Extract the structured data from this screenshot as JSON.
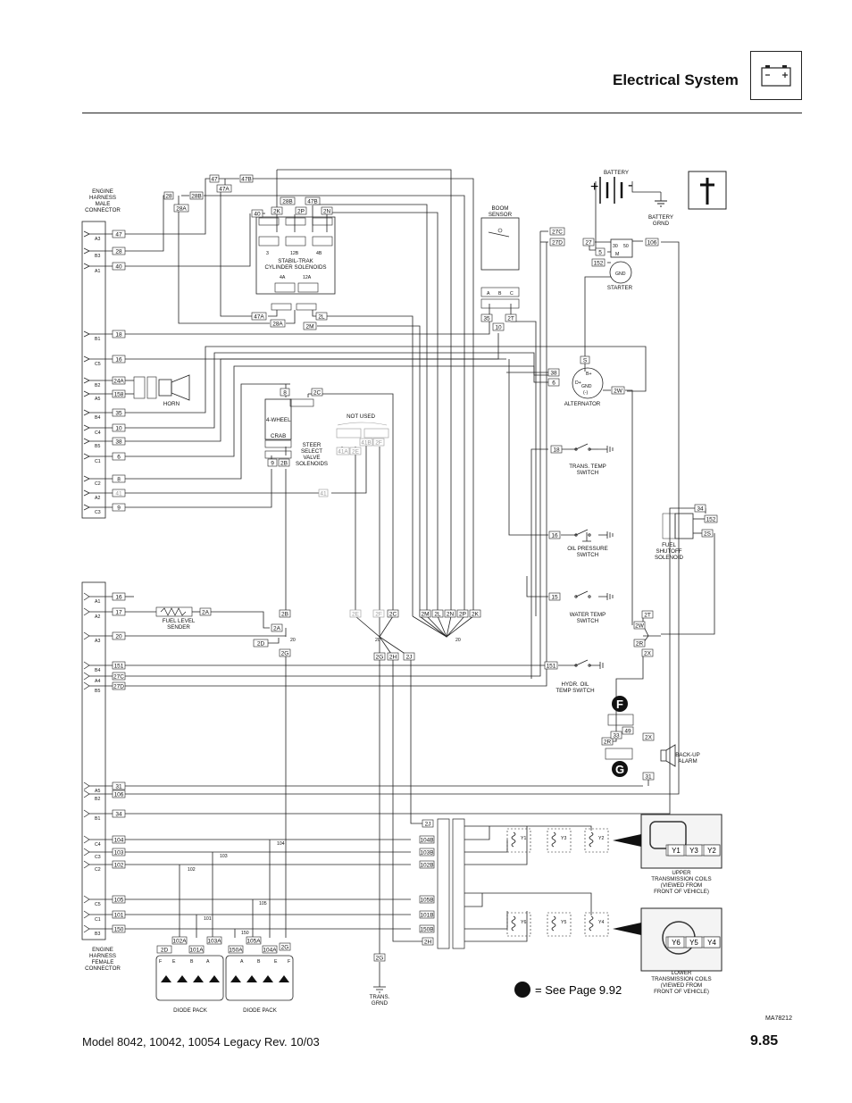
{
  "header": {
    "title": "Electrical System"
  },
  "footer": {
    "model": "Model  8042, 10042, 10054 Legacy    Rev.  10/03",
    "page": "9.85"
  },
  "figure_id": "MA78212",
  "see_page": "= See Page 9.92",
  "labels": {
    "male_connector": [
      "ENGINE",
      "HARNESS",
      "MALE",
      "CONNECTOR"
    ],
    "female_connector": [
      "ENGINE",
      "HARNESS",
      "FEMALE",
      "CONNECTOR"
    ],
    "stabil": [
      "STABIL-TRAK",
      "CYLINDER SOLENOIDS"
    ],
    "boom_sensor": [
      "BOOM",
      "SENSOR"
    ],
    "battery": "BATTERY",
    "battery_grnd": [
      "BATTERY",
      "GRND"
    ],
    "starter": "STARTER",
    "alternator": "ALTERNATOR",
    "horn": "HORN",
    "not_used": "NOT USED",
    "steer": [
      "STEER",
      "SELECT",
      "VALVE",
      "SOLENOIDS"
    ],
    "four_wheel": "4-WHEEL",
    "crab": "CRAB",
    "trans_temp": [
      "TRANS. TEMP",
      "SWITCH"
    ],
    "oil_pressure": [
      "OIL PRESSURE",
      "SWITCH"
    ],
    "fuel_shutoff": [
      "FUEL",
      "SHUTOFF",
      "SOLENOID"
    ],
    "water_temp": [
      "WATER TEMP",
      "SWITCH"
    ],
    "hydr_temp": [
      "HYDR. OIL",
      "TEMP SWITCH"
    ],
    "fuel_level": [
      "FUEL LEVEL",
      "SENDER"
    ],
    "backup_alarm": [
      "BACK-UP",
      "ALARM"
    ],
    "upper_coils": [
      "UPPER",
      "TRANSMISSION COILS",
      "(VIEWED FROM",
      "FRONT OF VEHICLE)"
    ],
    "lower_coils": [
      "LOWER",
      "TRANSMISSION COILS",
      "(VIEWED FROM",
      "FRONT OF VEHICLE)"
    ],
    "trans_grnd": [
      "TRANS.",
      "GRND"
    ],
    "diode_pack": "DIODE PACK",
    "badge_f": "F",
    "badge_g": "G"
  },
  "male_pins": [
    {
      "pin": "A3",
      "wire": "47"
    },
    {
      "pin": "B3",
      "wire": "28"
    },
    {
      "pin": "A1",
      "wire": "40"
    },
    {
      "pin": "B1",
      "wire": "18"
    },
    {
      "pin": "C5",
      "wire": "16"
    },
    {
      "pin": "B2",
      "wire": "24A"
    },
    {
      "pin": "A5",
      "wire": "158"
    },
    {
      "pin": "B4",
      "wire": "35"
    },
    {
      "pin": "C4",
      "wire": "10"
    },
    {
      "pin": "B5",
      "wire": "38"
    },
    {
      "pin": "C1",
      "wire": "6"
    },
    {
      "pin": "C2",
      "wire": "8"
    },
    {
      "pin": "A2",
      "wire": "41"
    },
    {
      "pin": "C3",
      "wire": "9"
    }
  ],
  "female_pins": [
    {
      "pin": "A1",
      "wire": "16"
    },
    {
      "pin": "A2",
      "wire": "17"
    },
    {
      "pin": "A3",
      "wire": "20"
    },
    {
      "pin": "B4",
      "wire": "151"
    },
    {
      "pin": "A4",
      "wire": "27C"
    },
    {
      "pin": "B5",
      "wire": "27D"
    },
    {
      "pin": "A5",
      "wire": "31"
    },
    {
      "pin": "B2",
      "wire": "106"
    },
    {
      "pin": "B1",
      "wire": "34"
    },
    {
      "pin": "C4",
      "wire": "104"
    },
    {
      "pin": "C3",
      "wire": "103"
    },
    {
      "pin": "C2",
      "wire": "102"
    },
    {
      "pin": "C5",
      "wire": "105"
    },
    {
      "pin": "C1",
      "wire": "101"
    },
    {
      "pin": "B3",
      "wire": "150"
    }
  ],
  "wire_tags": {
    "t47": "47",
    "t47B": "47B",
    "t47A": "47A",
    "t28": "28",
    "t28B": "28B",
    "t28A": "28A",
    "t40": "40",
    "t2K": "2K",
    "t28Bs": "28B",
    "t47Bs": "47B",
    "t2P": "2P",
    "t2N": "2N",
    "t47Ab": "47A",
    "t28Ab": "28A",
    "t2L": "2L",
    "t2M": "2M",
    "t27C": "27C",
    "t27D": "27D",
    "t27": "27",
    "t106": "106",
    "t5": "5",
    "t152": "152",
    "t35": "35",
    "t2T": "2T",
    "t10": "10",
    "t38": "38",
    "t6": "6",
    "tS": "S",
    "t2W": "2W",
    "t18": "18",
    "t8": "8",
    "t2C": "2C",
    "t9": "9",
    "t2B": "2B",
    "t41A": "41A",
    "t2E": "2E",
    "t41B": "41B",
    "t2F": "2F",
    "t41": "41",
    "t34": "34",
    "t152b": "152",
    "t2S": "2S",
    "t16": "16",
    "t15": "15",
    "t2T2": "2T",
    "t2W2": "2W",
    "t2R": "2R",
    "t2X": "2X",
    "t151": "151",
    "t2Bb": "2B",
    "t2A": "2A",
    "t2D": "2D",
    "t2G": "2G",
    "t2Ea": "2E",
    "t2Fa": "2F",
    "t2Ca": "2C",
    "t2M2": "2M",
    "t2L2": "2L",
    "t2N2": "2N",
    "t2P2": "2P",
    "t2K2": "2K",
    "t2Hb": "2H",
    "t2J": "2J",
    "t2Gb": "2G",
    "t2Ab": "2A",
    "t2Ra": "2R",
    "t2Xa": "2X",
    "t31": "31",
    "t49": "49",
    "t33": "33",
    "t2Jb": "2J",
    "t104B": "104B",
    "t103B": "103B",
    "t102B": "102B",
    "t105B": "105B",
    "t101B": "101B",
    "t150B": "150B",
    "t2Hc": "2H",
    "t2DD": "2D",
    "t102A": "102A",
    "t101A": "101A",
    "t103A": "103A",
    "t150A": "150A",
    "t105A": "105A",
    "t104A": "104A",
    "t2Gc": "2G",
    "t2Ga": "2G",
    "t20a": "20",
    "t20b": "20",
    "t20c": "20",
    "t20d": "20",
    "t102": "102",
    "t103": "103",
    "t104": "104",
    "t101": "101",
    "t105": "105",
    "t150": "150"
  },
  "coil_labels": {
    "upper": [
      "Y1",
      "Y3",
      "Y2"
    ],
    "lower": [
      "Y6",
      "Y5",
      "Y4"
    ]
  }
}
